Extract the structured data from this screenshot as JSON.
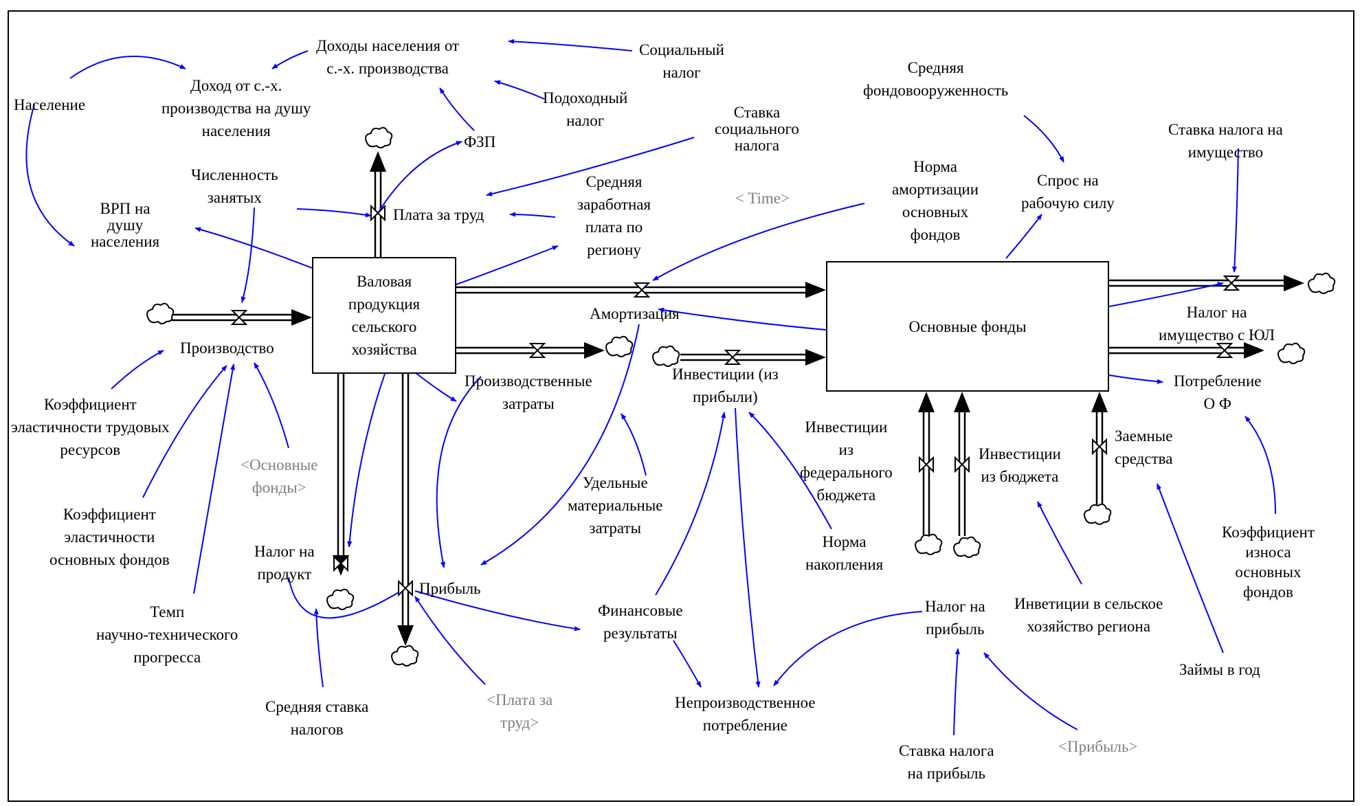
{
  "diagram": {
    "stocks": {
      "gross_output": "Валовая\nпродукция\nсельского\nхозяйства",
      "fixed_assets": "Основные фонды"
    },
    "flows": {
      "production": "Производство",
      "wages": "Плата за труд",
      "depreciation": "Амортизация",
      "production_costs": "Производственные\nзатраты",
      "investments_profit": "Инвестиции (из\nприбыли)",
      "product_tax": "Налог на\nпродукт",
      "profit": "Прибыль",
      "property_tax": "Налог на\nимущество с ЮЛ",
      "consumption_of": "Потребление\nО Ф",
      "investments_federal": "Инвестиции\nиз\nфедерального\nбюджета",
      "investments_budget": "Инвестиции\nиз бюджета",
      "borrowed_funds": "Заемные\nсредства"
    },
    "auxiliaries": {
      "income_population": "Доходы населения от\nс.-х. производства",
      "income_per_capita": "Доход от с.-х.\nпроизводства на душу\nнаселения",
      "population": "Население",
      "social_tax": "Социальный\nналог",
      "income_tax": "Подоходный\nналог",
      "fzp": "ФЗП",
      "employed": "Численность\nзанятых",
      "grp_per_capita": "ВРП на\nдушу\nнаселения",
      "social_tax_rate": "Ставка\nсоциального\nналога",
      "avg_wage": "Средняя\nзаработная\nплата по\nрегиону",
      "avg_capital_labor": "Средняя\nфондовооруженность",
      "labor_demand": "Спрос на\nрабочую силу",
      "depreciation_norm": "Норма\nамортизации\nосновных\nфондов",
      "property_tax_rate": "Ставка налога на\nимущество",
      "labor_elasticity": "Коэффициент\nэластичности трудовых\nресурсов",
      "assets_elasticity": "Коэффициент\nэластичности\nосновных фондов",
      "tech_progress": "Темп\nнаучно-технического\nпрогресса",
      "specific_material_costs": "Удельные\nматериальные\nзатраты",
      "accumulation_norm": "Норма\nнакопления",
      "financial_results": "Финансовые\nрезультаты",
      "avg_tax_rate": "Средняя ставка\nналогов",
      "nonproductive_consumption": "Непроизводственное\nпотребление",
      "profit_tax": "Налог на\nприбыль",
      "profit_tax_rate": "Ставка налога\nна прибыль",
      "agri_investments": "Инветиции в сельское\nхозяйство региона",
      "loans_per_year": "Займы в год",
      "wear_coefficient": "Коэффициент\nизноса\nосновных\nфондов"
    },
    "shadow_variables": {
      "time": "< Time>",
      "fixed_assets": "<Основные\nфонды>",
      "wages": "<Плата за\nтруд>",
      "profit": "<Прибыль>"
    },
    "colors": {
      "arrow": "#0000ff",
      "pipe": "#000000",
      "shadow_text": "#7f7f7f",
      "text": "#000000"
    }
  }
}
